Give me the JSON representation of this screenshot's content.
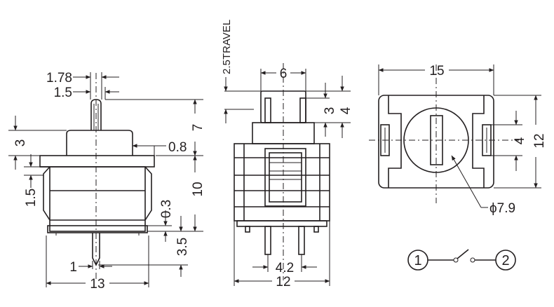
{
  "side_view": {
    "width": "13",
    "stem_outer": "1.78",
    "stem_inner": "1.5",
    "cap_height": "3",
    "overall_height": "7",
    "ledge": "0.8",
    "clip": "1.5",
    "body_height": "10",
    "gap": "0.3",
    "pin_length": "3.5",
    "pin_width": "1"
  },
  "front_view": {
    "travel": "2.5TRAVEL",
    "plunger_width": "6",
    "tab_3": "3",
    "tab_4": "4",
    "pin_pitch": "4.2",
    "width": "12"
  },
  "top_view": {
    "width": "15",
    "height": "12",
    "center_4": "4",
    "diameter": "ϕ7.9"
  },
  "schematic": {
    "terminal_1": "1",
    "terminal_2": "2"
  }
}
